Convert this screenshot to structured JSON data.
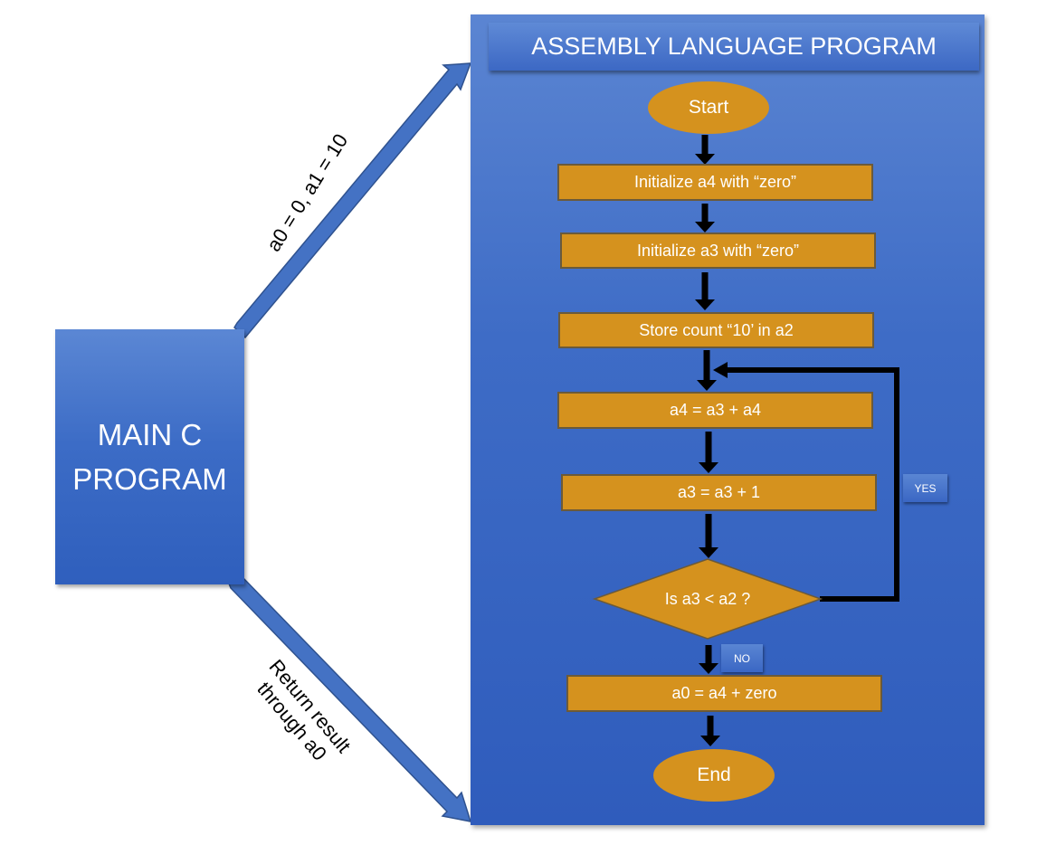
{
  "main_program": {
    "label": "MAIN C\nPROGRAM"
  },
  "assembly": {
    "title": "ASSEMBLY LANGUAGE PROGRAM",
    "start": "Start",
    "init_a4": "Initialize a4 with “zero”",
    "init_a3": "Initialize a3 with “zero”",
    "store_count": "Store count “10’ in a2",
    "add_step": "a4 = a3 + a4",
    "inc_step": "a3 = a3 + 1",
    "decision": "Is a3 < a2 ?",
    "yes_label": "YES",
    "no_label": "NO",
    "result_step": "a0 = a4 + zero",
    "end": "End"
  },
  "arrows": {
    "call_label": "a0 = 0, a1 = 10",
    "return_label": "Return result\nthrough a0"
  },
  "colors": {
    "blue_light": "#5b87d4",
    "blue_dark": "#2f5fbd",
    "orange": "#d5921e",
    "arrow_black": "#000000"
  }
}
